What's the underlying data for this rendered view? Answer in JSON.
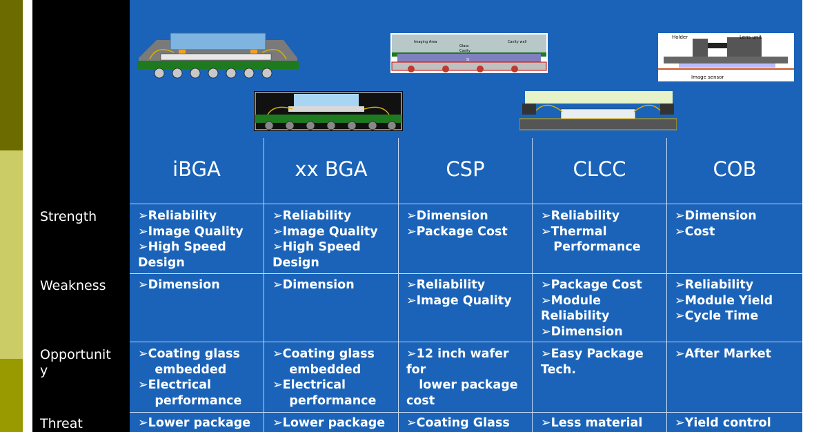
{
  "columns": [
    "iBGA",
    "xx BGA",
    "CSP",
    "CLCC",
    "COB"
  ],
  "rows": [
    {
      "label": "Strength",
      "cells": [
        "➢Reliability\n➢Image Quality\n➢High Speed\nDesign",
        "➢Reliability\n➢Image Quality\n➢High Speed\nDesign",
        "➢Dimension\n➢Package Cost",
        "➢Reliability\n➢Thermal\n   Performance",
        "➢Dimension\n➢Cost"
      ]
    },
    {
      "label": "Weakness",
      "cells": [
        "➢Dimension",
        "➢Dimension",
        "➢Reliability\n➢Image Quality",
        "➢Package Cost\n➢Module\nReliability\n➢Dimension",
        "➢Reliability\n➢Module Yield\n➢Cycle Time"
      ]
    },
    {
      "label": "Opportunity",
      "cells": [
        "➢Coating glass\n    embedded\n➢Electrical\n    performance",
        "➢Coating glass\n    embedded\n➢Electrical\n    performance",
        "➢12 inch wafer\nfor\n   lower package\ncost",
        "➢Easy Package\nTech.",
        "➢After Market"
      ]
    },
    {
      "label": "Threat",
      "cells": [
        "➢Lower package",
        "➢Lower package",
        "➢Coating Glass",
        "➢Less material",
        "➢Yield control"
      ]
    }
  ],
  "diagram_labels": {
    "csp_labels": [
      "Imaging Area",
      "Glass",
      "Cavity wall",
      "Cavity",
      "Si"
    ],
    "cob_labels": [
      "Holder",
      "Lens unit",
      "Image sensor"
    ]
  },
  "colors": {
    "table_blue": "#1a63b8",
    "slide_black": "#000000",
    "bar_dark": "#6b6b00",
    "bar_light": "#cccc66",
    "bar_mid": "#999900"
  }
}
